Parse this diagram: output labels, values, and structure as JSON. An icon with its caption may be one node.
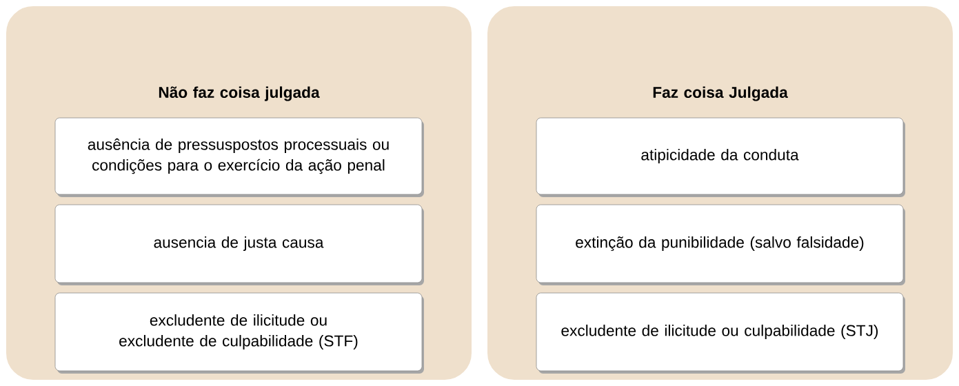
{
  "diagram": {
    "nodes": [
      {
        "text": [
          "Não faz coisa julgada"
        ]
      },
      {
        "text": [
          "ausência de pressuspostos processuais ou condições para o exercício da ação penal"
        ],
        "in": 0
      },
      {
        "text": [
          "ausencia de justa causa"
        ],
        "in": 0
      },
      {
        "text": [
          "excludente de ilicitude ou excludente de culpabilidade (STF)"
        ],
        "in": 0
      },
      {
        "text": [
          "Faz coisa Julgada"
        ]
      },
      {
        "text": [
          "atipicidade da conduta"
        ],
        "in": 4
      },
      {
        "text": [
          "extinção da punibilidade (salvo falsidade)"
        ],
        "in": 4
      },
      {
        "text": [
          "excludente de ilicitude ou culpabilidade (STJ)"
        ],
        "in": 4
      }
    ]
  }
}
